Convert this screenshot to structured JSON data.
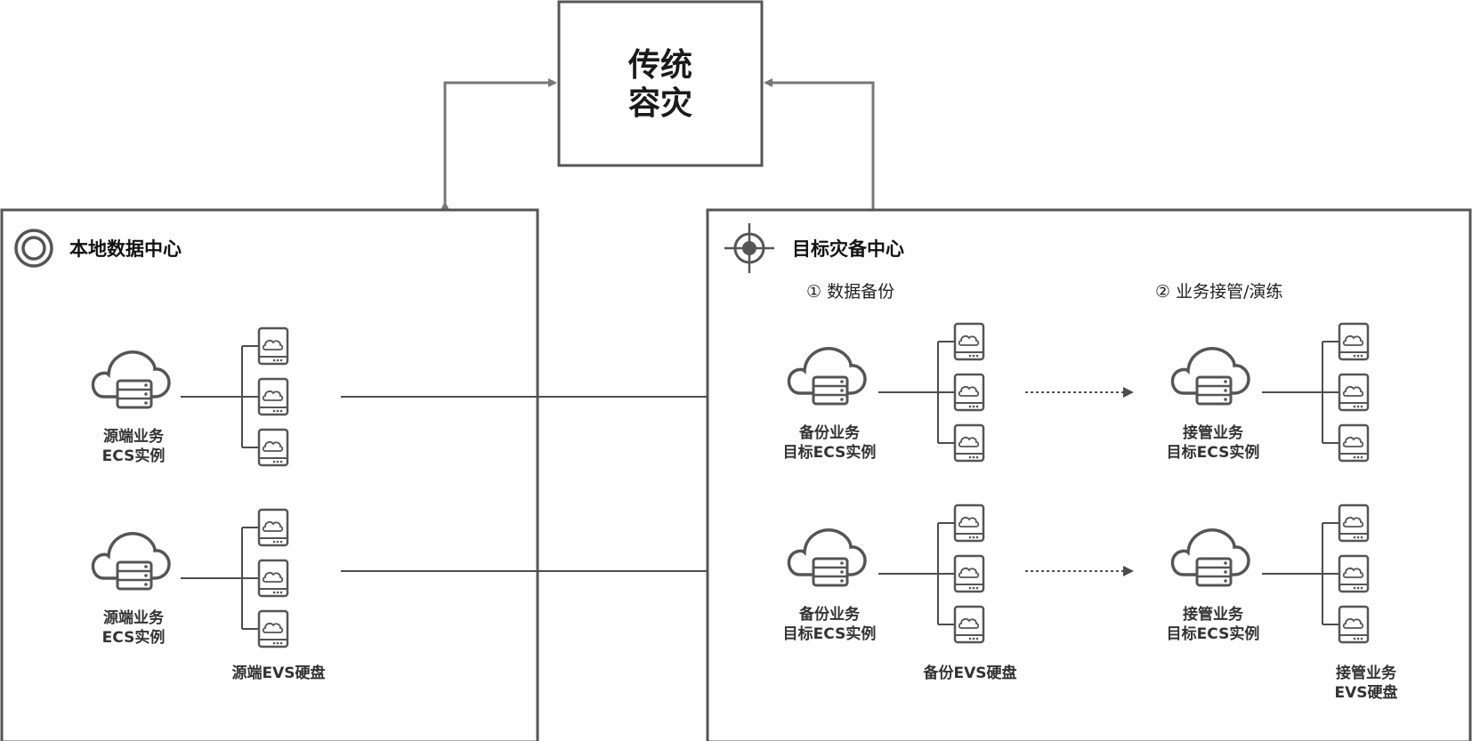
{
  "traditional_dr": {
    "line1": "传统",
    "line2": "容灾"
  },
  "local_dc": {
    "title": "本地数据中心",
    "instance_label": [
      "源端业务",
      "ECS实例"
    ],
    "disk_label": "源端EVS硬盘"
  },
  "target_dc": {
    "title": "目标灾备中心",
    "step1": "① 数据备份",
    "step2": "② 业务接管/演练",
    "backup_label": [
      "备份业务",
      "目标ECS实例"
    ],
    "takeover_label": [
      "接管业务",
      "目标ECS实例"
    ],
    "backup_disk_label": "备份EVS硬盘",
    "takeover_disk_label": [
      "接管业务",
      "EVS硬盘"
    ]
  },
  "colors": {
    "stroke": "#555555",
    "arrow": "#777777",
    "text": "#333333"
  },
  "icons": [
    "target-ring-icon",
    "crosshair-icon",
    "cloud-server-icon",
    "cloud-disk-icon"
  ]
}
